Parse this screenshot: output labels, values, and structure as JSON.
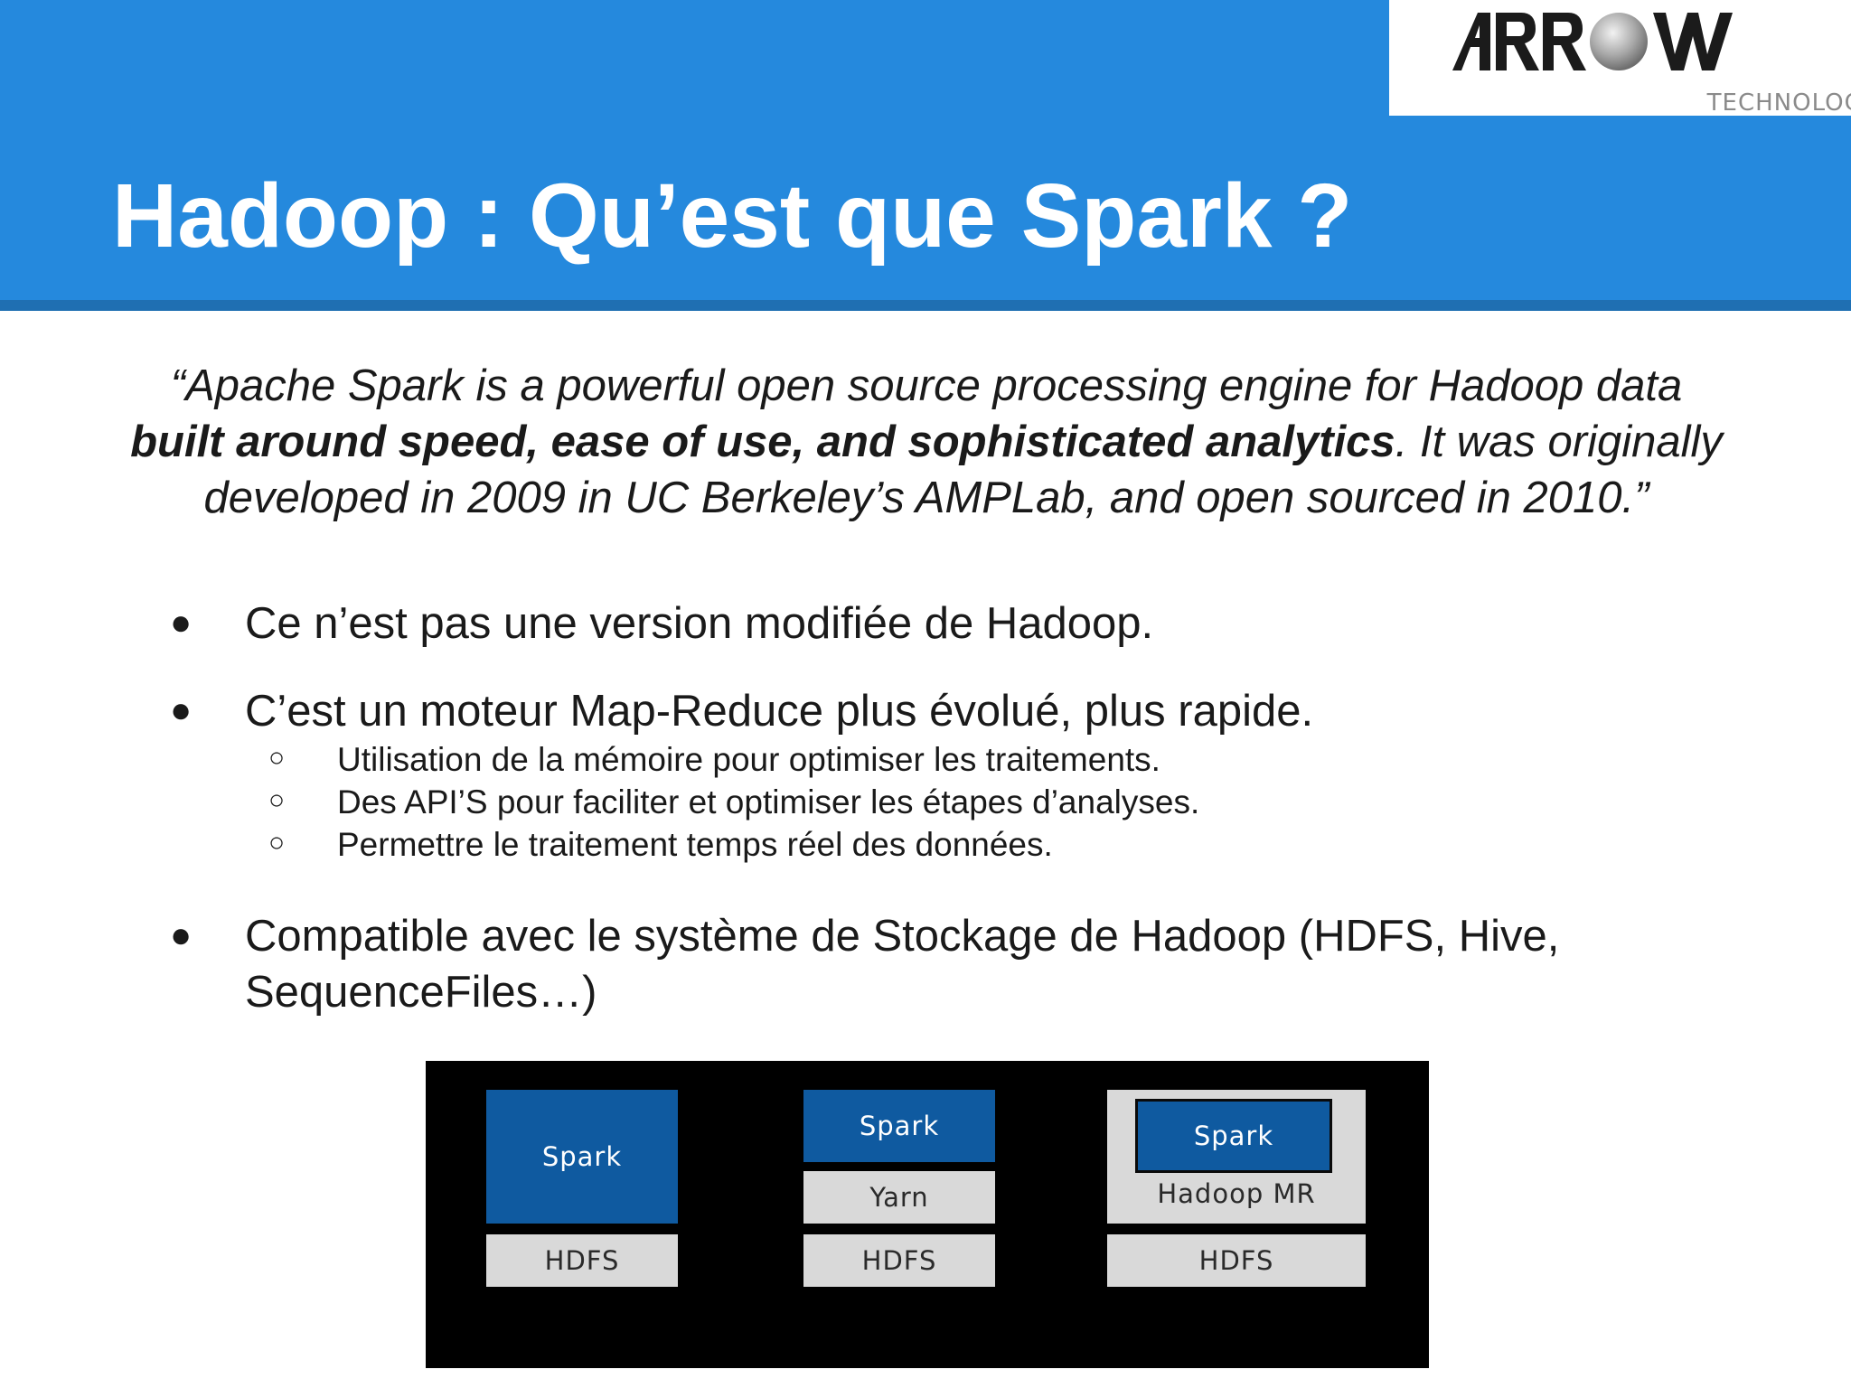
{
  "slide": {
    "title": "Hadoop : Qu’est que Spark ?",
    "logo": {
      "name": "ARROW",
      "tagline": "TECHNOLOGY",
      "brand_color": "#2589dd"
    },
    "quote": {
      "open": "“Apache Spark is a powerful open source processing engine for Hadoop data ",
      "bold": "built around speed, ease of use, and sophisticated analytics",
      "close": ". It was originally developed in 2009 in UC Berkeley’s AMPLab, and open sourced in 2010.”"
    },
    "bullets": [
      {
        "text": "Ce n’est pas une version modifiée de Hadoop.",
        "subitems": []
      },
      {
        "text": "C’est un moteur Map-Reduce plus évolué, plus rapide.",
        "subitems": [
          "Utilisation de la mémoire pour optimiser les traitements.",
          "Des API’S pour faciliter et optimiser les étapes d’analyses.",
          "Permettre le traitement temps réel des données."
        ]
      },
      {
        "text": "Compatible avec le système de Stockage de Hadoop (HDFS, Hive, SequenceFiles…)",
        "subitems": []
      }
    ],
    "bullet_glyph": "●",
    "subbullet_glyph": "○"
  },
  "diagram": {
    "colors": {
      "background": "#000000",
      "spark": "#0f5aa0",
      "layer": "#d9d9d9"
    },
    "stacks": [
      {
        "layers": [
          "Spark",
          "HDFS"
        ]
      },
      {
        "layers": [
          "Spark",
          "Yarn",
          "HDFS"
        ]
      },
      {
        "layers": [
          "Spark",
          "Hadoop MR",
          "HDFS"
        ]
      }
    ]
  }
}
